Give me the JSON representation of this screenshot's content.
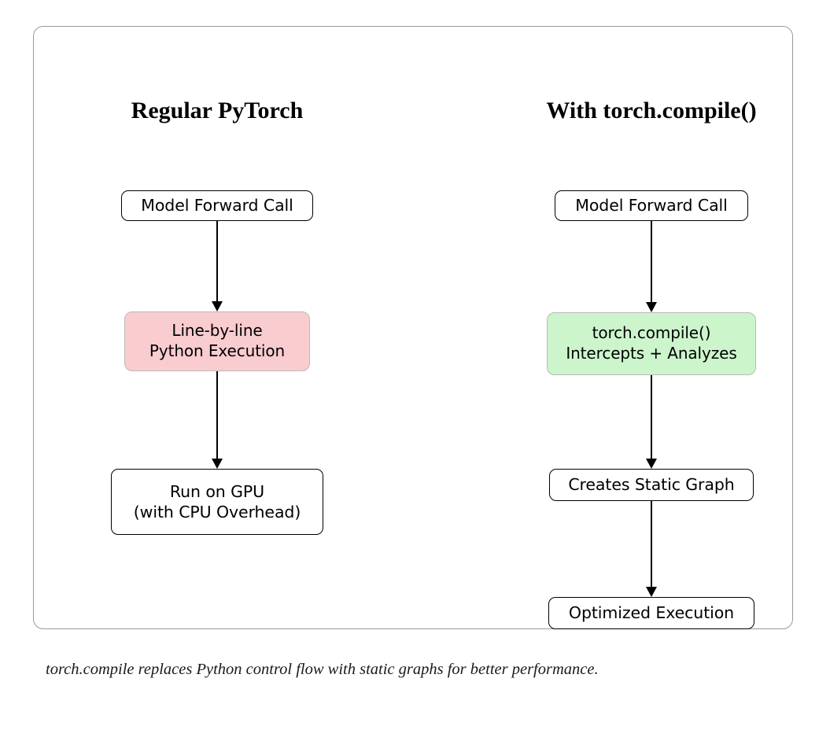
{
  "figure": {
    "caption": "torch.compile replaces Python control flow with static graphs for better performance.",
    "frame_border_color": "#9a9a9a",
    "background_color": "#ffffff"
  },
  "columns": [
    {
      "id": "regular-pytorch",
      "title": "Regular PyTorch",
      "nodes": [
        {
          "id": "l1",
          "lines": [
            "Model Forward Call"
          ],
          "fill": "#ffffff",
          "border": "#000000",
          "highlighted": false
        },
        {
          "id": "l2",
          "lines": [
            "Line-by-line",
            "Python Execution"
          ],
          "fill": "#f9ccd0",
          "border": "#b9b9b9",
          "highlighted": true
        },
        {
          "id": "l3",
          "lines": [
            "Run on GPU",
            "(with CPU Overhead)"
          ],
          "fill": "#ffffff",
          "border": "#000000",
          "highlighted": false
        }
      ],
      "edges": [
        {
          "from": "l1",
          "to": "l2"
        },
        {
          "from": "l2",
          "to": "l3"
        }
      ]
    },
    {
      "id": "with-torch-compile",
      "title": "With torch.compile()",
      "nodes": [
        {
          "id": "r1",
          "lines": [
            "Model Forward Call"
          ],
          "fill": "#ffffff",
          "border": "#000000",
          "highlighted": false
        },
        {
          "id": "r2",
          "lines": [
            "torch.compile()",
            "Intercepts + Analyzes"
          ],
          "fill": "#ccf5cc",
          "border": "#b9b9b9",
          "highlighted": true
        },
        {
          "id": "r3",
          "lines": [
            "Creates Static Graph"
          ],
          "fill": "#ffffff",
          "border": "#000000",
          "highlighted": false
        },
        {
          "id": "r4",
          "lines": [
            "Optimized Execution"
          ],
          "fill": "#ffffff",
          "border": "#000000",
          "highlighted": false
        }
      ],
      "edges": [
        {
          "from": "r1",
          "to": "r2"
        },
        {
          "from": "r2",
          "to": "r3"
        },
        {
          "from": "r3",
          "to": "r4"
        }
      ]
    }
  ]
}
